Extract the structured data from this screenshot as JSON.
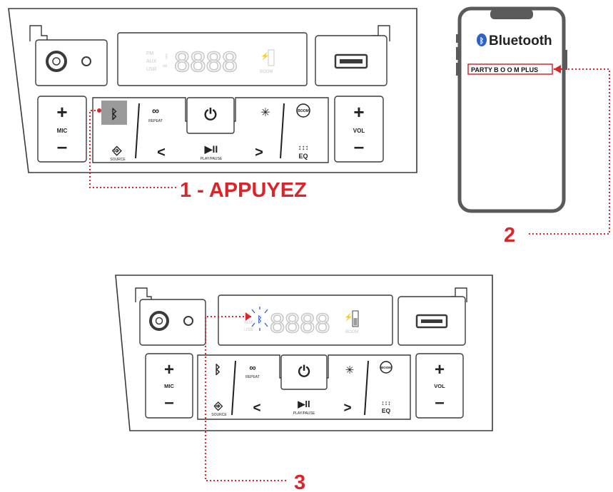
{
  "panel": {
    "mic_label": "MIC",
    "vol_label": "VOL",
    "plus_glyph": "+",
    "minus_glyph": "–",
    "repeat_label": "REPEAT",
    "playpause_label": "PLAY/PAUSE",
    "source_label": "SOURCE",
    "eq_label": "EQ",
    "boom_label": "BOOM",
    "prev_glyph": "<",
    "next_glyph": ">",
    "display_digits": "8888",
    "display_fm": "FM",
    "display_aux": "AUX",
    "display_usb": "USB",
    "display_boom": "BOOM"
  },
  "phone": {
    "bluetooth_text": "Bluetooth",
    "device_name": "PARTY B O O M PLUS"
  },
  "steps": {
    "step1": "1 - APPUYEZ",
    "step2": "2",
    "step3": "3"
  },
  "colors": {
    "accent": "#d8262b",
    "outline": "#3a3a3a",
    "phone_frame": "#5a5a5a",
    "bluetooth_blue": "#2f62c9",
    "highlight_gray": "#9a9a9a"
  }
}
